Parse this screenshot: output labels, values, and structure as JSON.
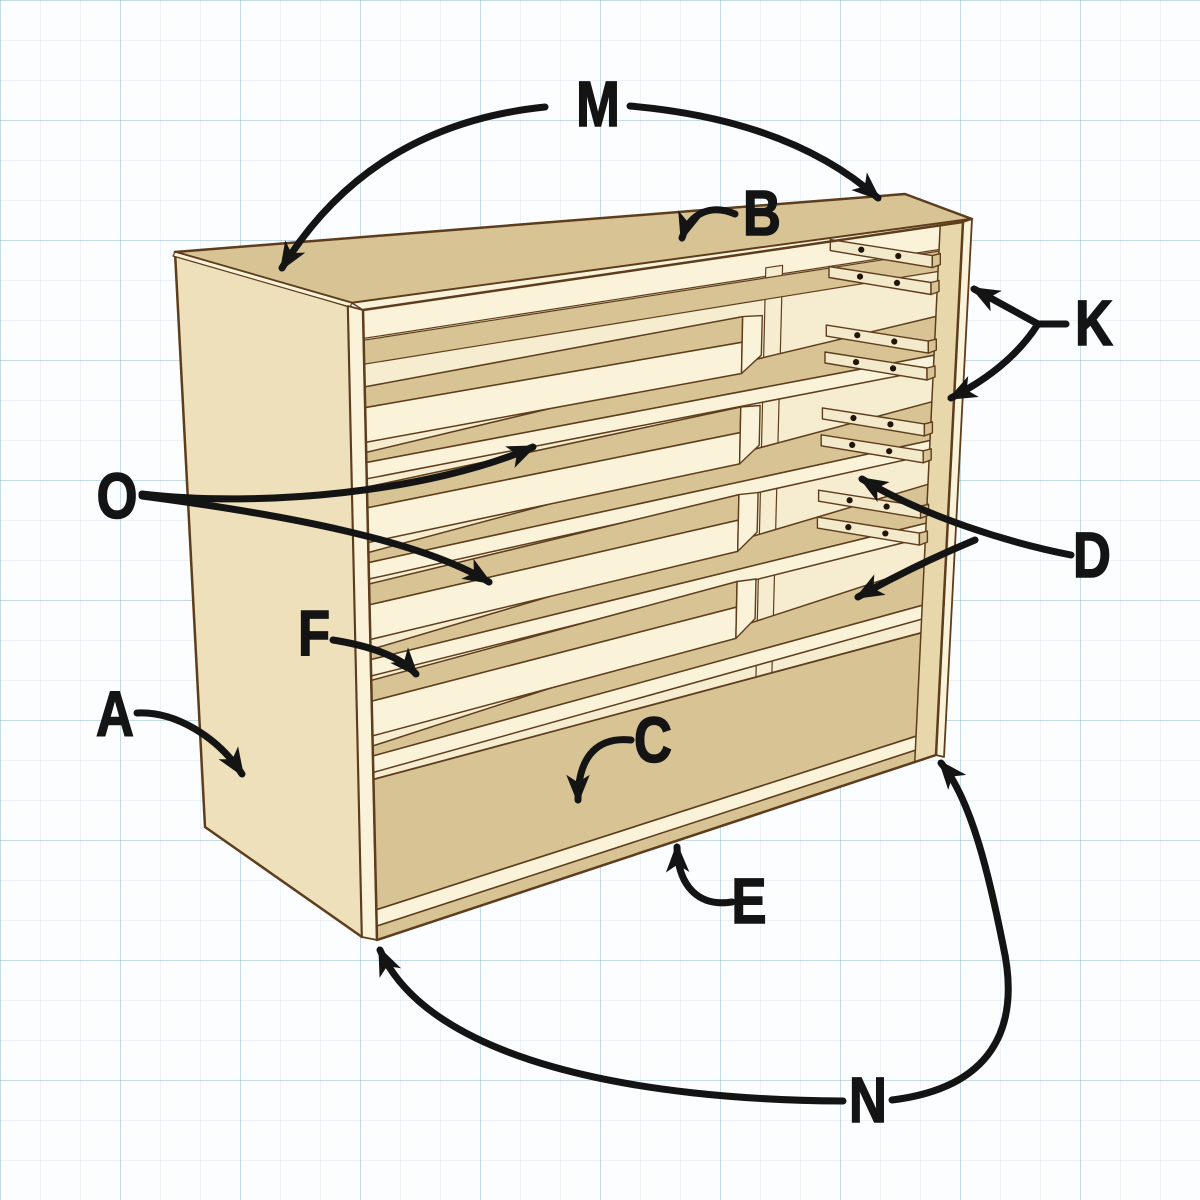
{
  "labels": {
    "A": "A",
    "B": "B",
    "C": "C",
    "D": "D",
    "E": "E",
    "F": "F",
    "K": "K",
    "M": "M",
    "N": "N",
    "O": "O"
  },
  "colors": {
    "ink": "#141414",
    "paper": "#fcfdff",
    "grid_major": "#d4e4ea",
    "grid_minor": "#edf2f7",
    "outline": "#5d3d1c",
    "wood_top": "#d8c395",
    "wood_side": "#eee0bb",
    "wood_cream": "#faf3da",
    "wood_interior": "#f6ecd0",
    "wood_right_wall": "#e7d7ab",
    "wood_runner": "#f3e9cb",
    "screw_dot": "#231307"
  }
}
